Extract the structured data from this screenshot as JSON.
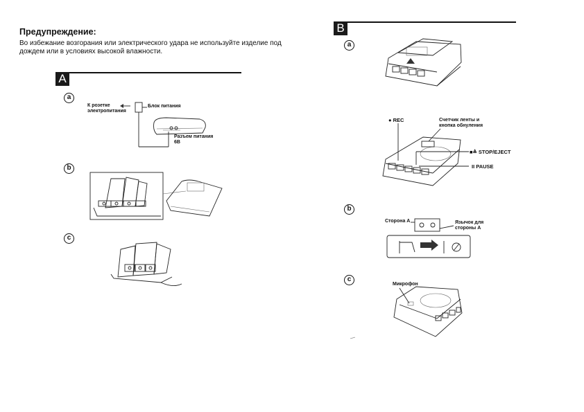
{
  "warning": {
    "title": "Предупреждение:",
    "text": "Во избежание возгорания или электрического удара не используйте изделие под дождем или в условиях высокой влажности."
  },
  "section_a": {
    "badge": "A",
    "steps": {
      "a": "a",
      "b": "b",
      "c": "c"
    },
    "labels": {
      "outlet": "К розетке электропитания",
      "adapter": "Блок питания",
      "dc_jack": "Разъем питания 6В"
    }
  },
  "section_b": {
    "badge": "B",
    "steps": {
      "a": "a",
      "b": "b",
      "c": "c"
    },
    "labels": {
      "rec": "● REC",
      "counter": "Счетчик ленты и кнопка обнуления",
      "stop_eject": "■≜ STOP/EJECT",
      "pause": "II PAUSE",
      "side_a": "Сторона А",
      "tab_side_a": "Язычок для стороны А",
      "microphone": "Микрофон"
    }
  }
}
